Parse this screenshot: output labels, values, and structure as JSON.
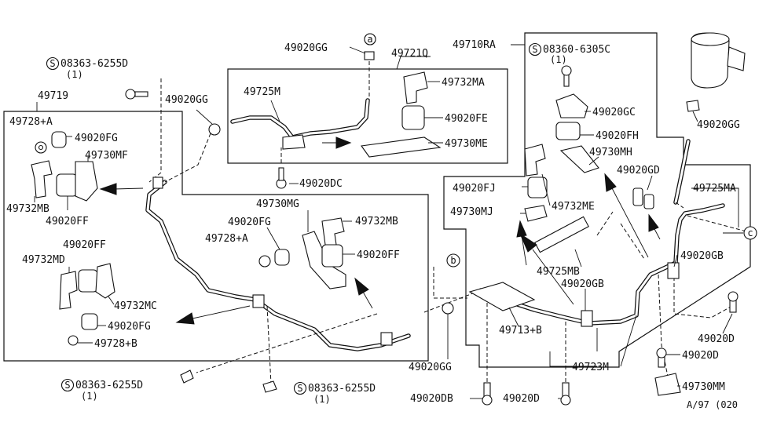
{
  "diagram": {
    "labels": {
      "p49020GG_top": "49020GG",
      "p49721Q": "49721Q",
      "p49710RA": "49710RA",
      "s08360_6305C": "08360-6305C",
      "s08360_qty": "(1)",
      "s08363_top": "08363-6255D",
      "s08363_top_qty": "(1)",
      "p49719": "49719",
      "p49728A_left": "49728+A",
      "p49020FG_left": "49020FG",
      "p49730MF": "49730MF",
      "p49732MB_left": "49732MB",
      "p49020FF_left": "49020FF",
      "p49020GG_mid": "49020GG",
      "p49725M": "49725M",
      "p49732MA": "49732MA",
      "p49020FE": "49020FE",
      "p49730ME": "49730ME",
      "p49020DC": "49020DC",
      "p49020GC": "49020GC",
      "p49020FH": "49020FH",
      "p49730MH": "49730MH",
      "p49020GD": "49020GD",
      "p49020GG_right": "49020GG",
      "p49725MA": "49725MA",
      "p49020FJ": "49020FJ",
      "p49732ME": "49732ME",
      "p49730MJ": "49730MJ",
      "p49730MG": "49730MG",
      "p49020FG_center": "49020FG",
      "p49732MB_center": "49732MB",
      "p49728A_center": "49728+A",
      "p49020FF_center": "49020FF",
      "p49020FF_lower": "49020FF",
      "p49732MD": "49732MD",
      "p49732MC": "49732MC",
      "p49020FG_lower": "49020FG",
      "p49728B": "49728+B",
      "p49725MB": "49725MB",
      "p49020GB_center": "49020GB",
      "p49020GB_right": "49020GB",
      "p49713B": "49713+B",
      "p49723M": "49723M",
      "p49020D_right": "49020D",
      "p49020D_mid": "49020D",
      "p49730MM": "49730MM",
      "p49020GG_bottom": "49020GG",
      "p49020DB": "49020DB",
      "p49020D_bottom": "49020D",
      "s08363_bl": "08363-6255D",
      "s08363_bl_qty": "(1)",
      "s08363_bc": "08363-6255D",
      "s08363_bc_qty": "(1)",
      "ref_code": "A/97 (020",
      "sym_S": "S",
      "call_a": "a",
      "call_b": "b",
      "call_c": "c"
    }
  }
}
